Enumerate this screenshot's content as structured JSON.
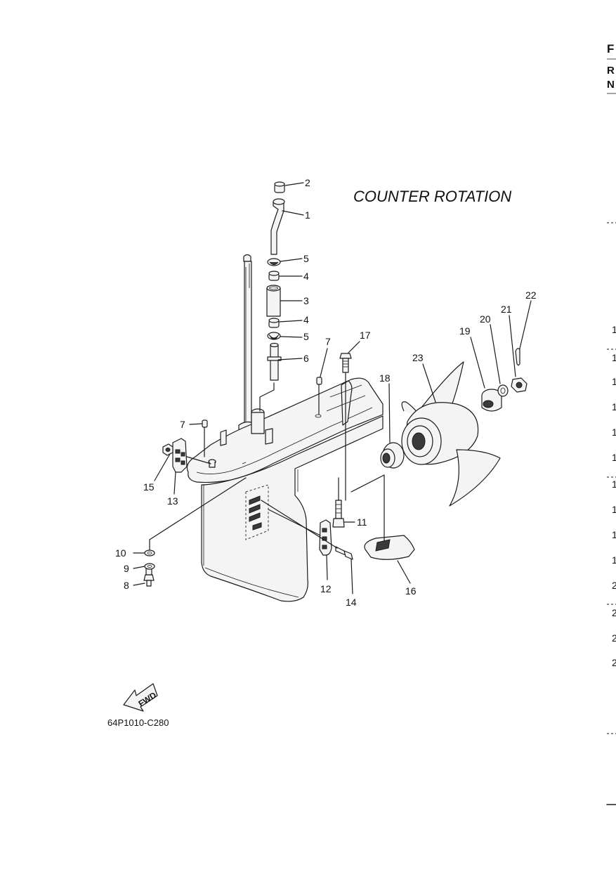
{
  "diagram": {
    "title": "COUNTER ROTATION",
    "drawing_code": "64P1010-C280",
    "fwd_label": "FWD"
  },
  "callouts": [
    "1",
    "2",
    "3",
    "4",
    "4",
    "5",
    "5",
    "6",
    "7",
    "7",
    "8",
    "9",
    "10",
    "11",
    "12",
    "13",
    "14",
    "15",
    "16",
    "17",
    "18",
    "19",
    "20",
    "21",
    "22",
    "23"
  ],
  "edge_fragments": {
    "header": [
      "F",
      "R",
      "N"
    ],
    "column": [
      "1",
      "1",
      "1",
      "1",
      "1",
      "1",
      "1",
      "1",
      "1",
      "1",
      "2",
      "2",
      "2",
      "2"
    ]
  }
}
